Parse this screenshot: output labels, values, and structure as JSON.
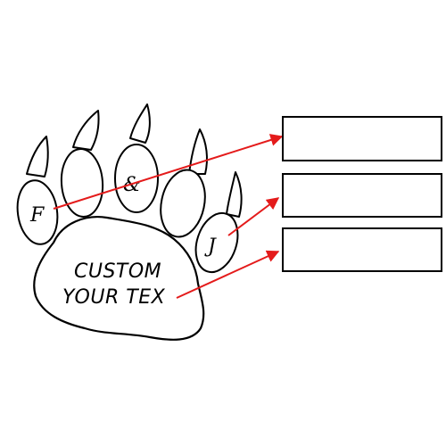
{
  "toes": {
    "left": "F",
    "middle": "&",
    "right": "J"
  },
  "pad": {
    "line1": "CUSTOM",
    "line2": "YOUR TEX"
  },
  "colors": {
    "outline": "#000000",
    "arrow": "#e41b1b",
    "background": "#ffffff"
  }
}
